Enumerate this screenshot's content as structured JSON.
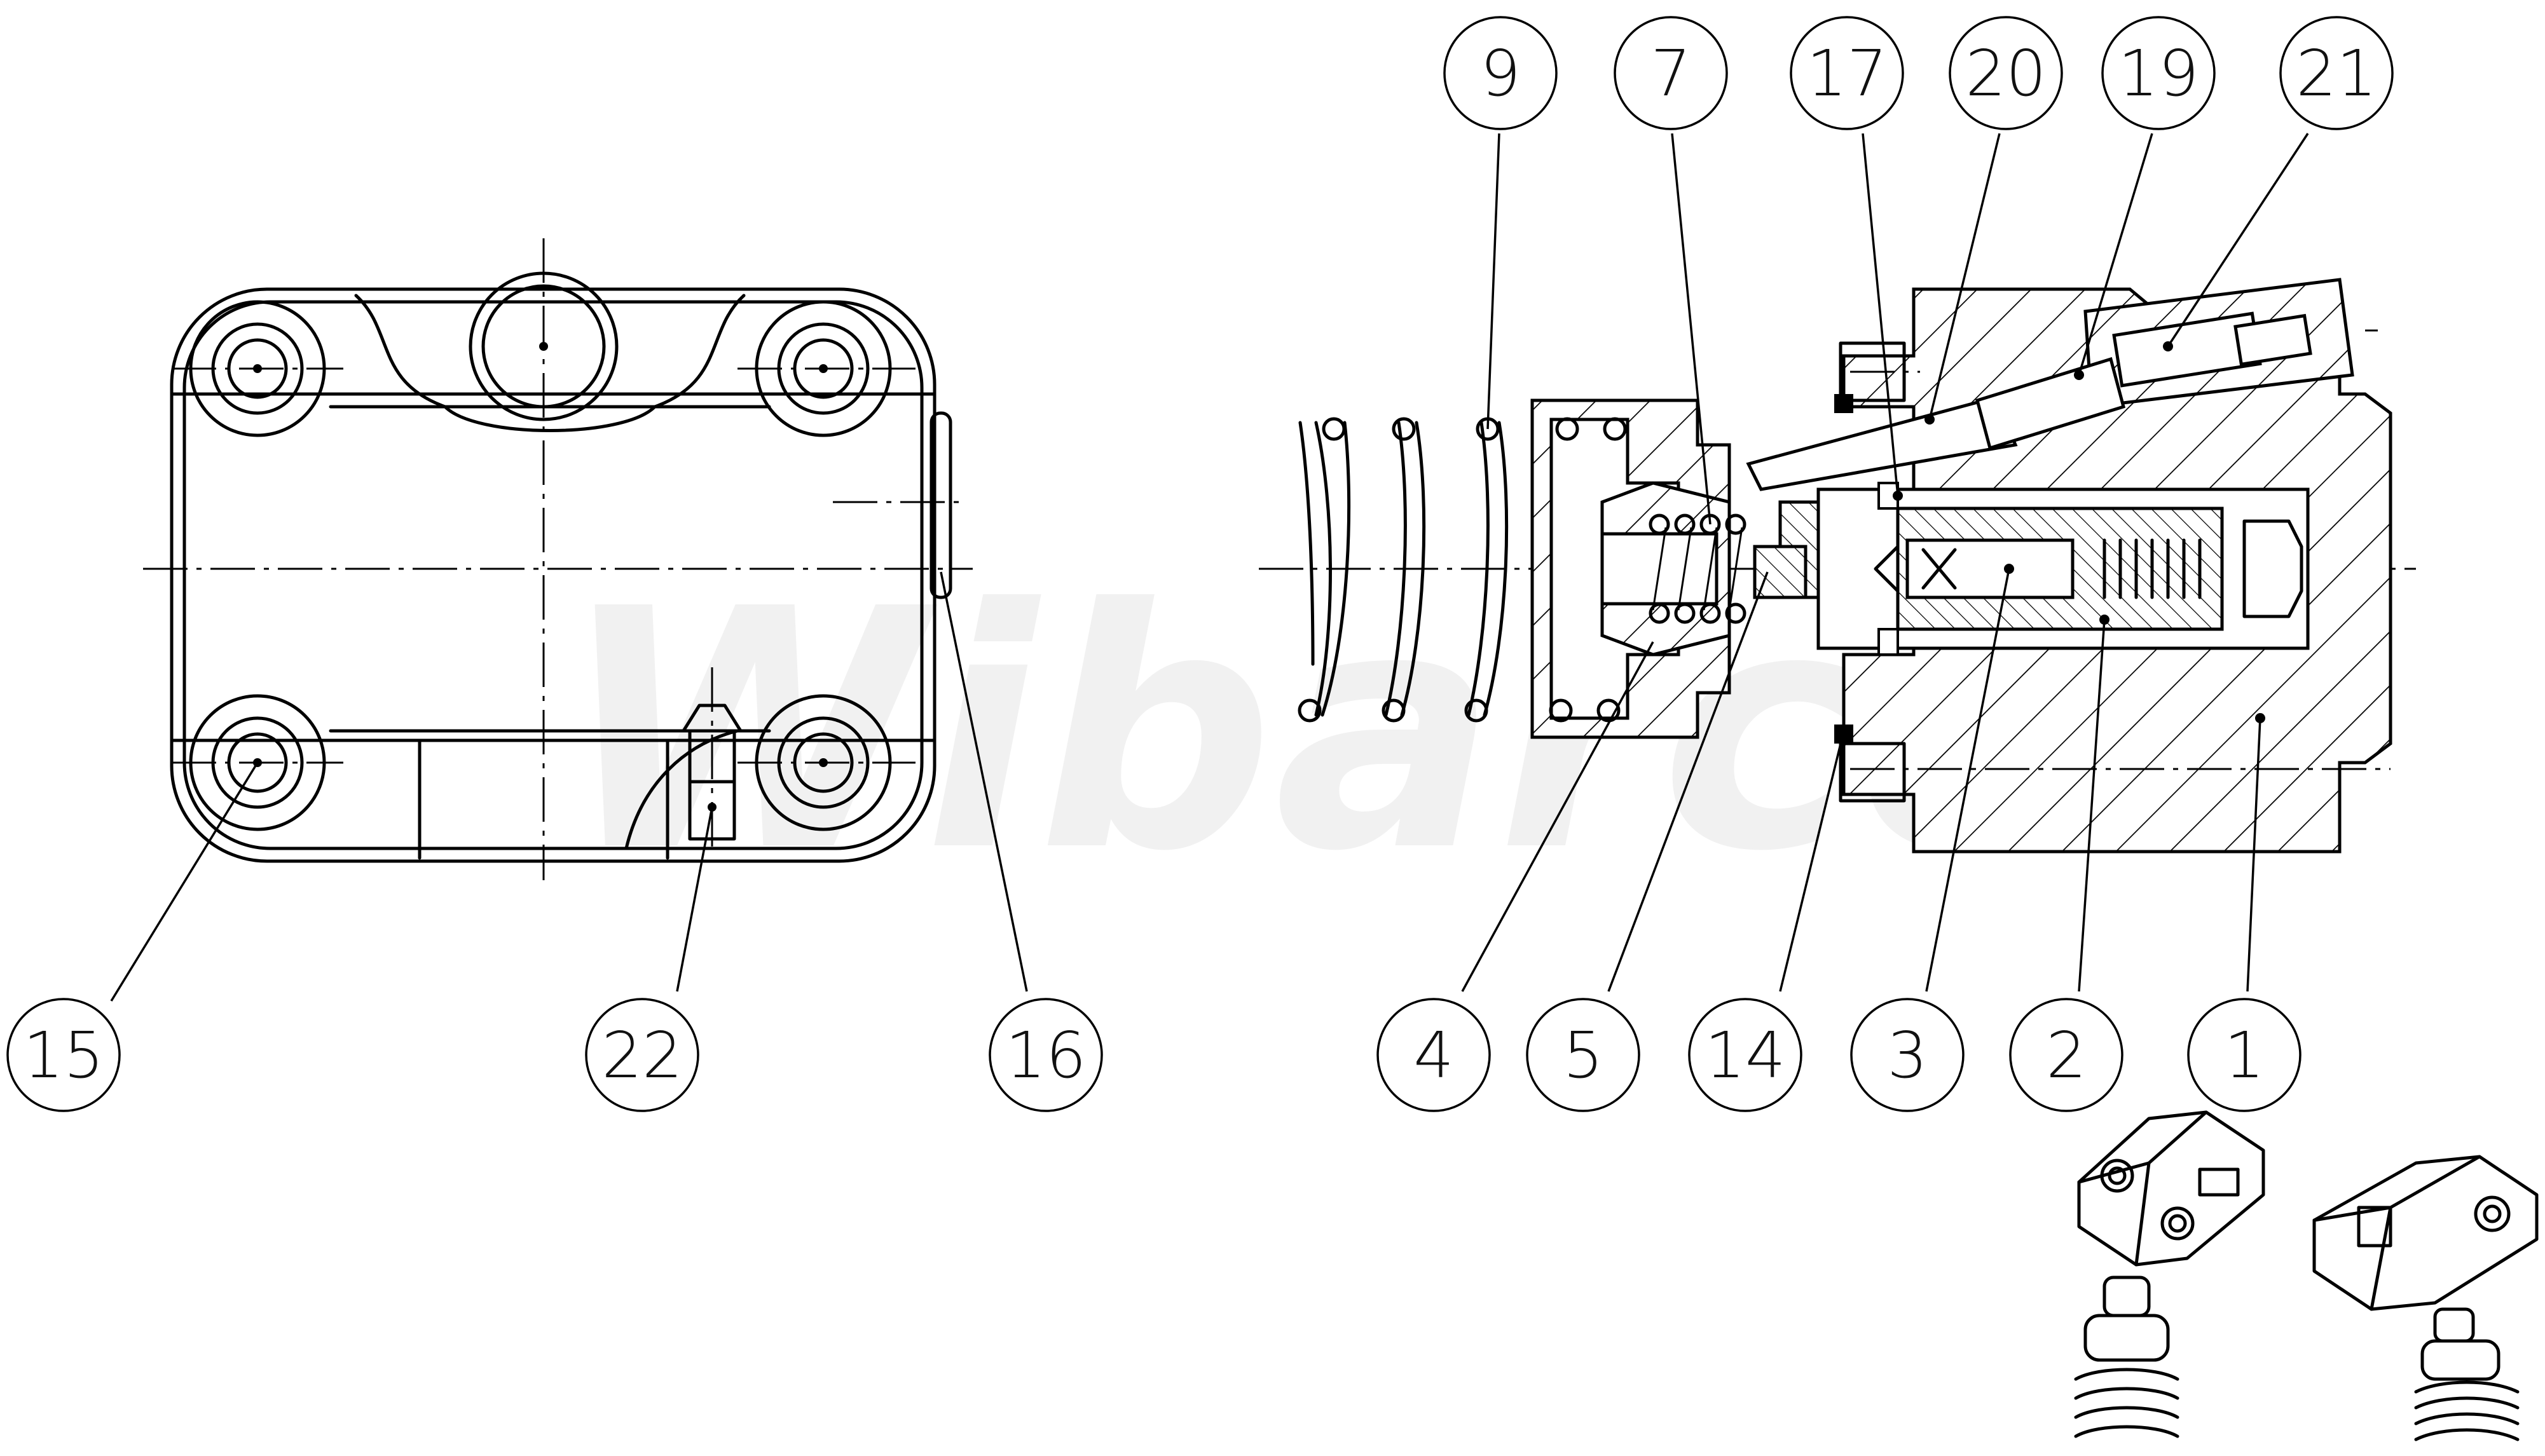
{
  "watermark": "Wibarco",
  "callouts": [
    {
      "id": "p9",
      "label": "9"
    },
    {
      "id": "p7",
      "label": "7"
    },
    {
      "id": "p17",
      "label": "17"
    },
    {
      "id": "p20",
      "label": "20"
    },
    {
      "id": "p19",
      "label": "19"
    },
    {
      "id": "p21",
      "label": "21"
    },
    {
      "id": "p15",
      "label": "15"
    },
    {
      "id": "p22",
      "label": "22"
    },
    {
      "id": "p16",
      "label": "16"
    },
    {
      "id": "p4",
      "label": "4"
    },
    {
      "id": "p5",
      "label": "5"
    },
    {
      "id": "p14",
      "label": "14"
    },
    {
      "id": "p3",
      "label": "3"
    },
    {
      "id": "p2",
      "label": "2"
    },
    {
      "id": "p1",
      "label": "1"
    }
  ]
}
